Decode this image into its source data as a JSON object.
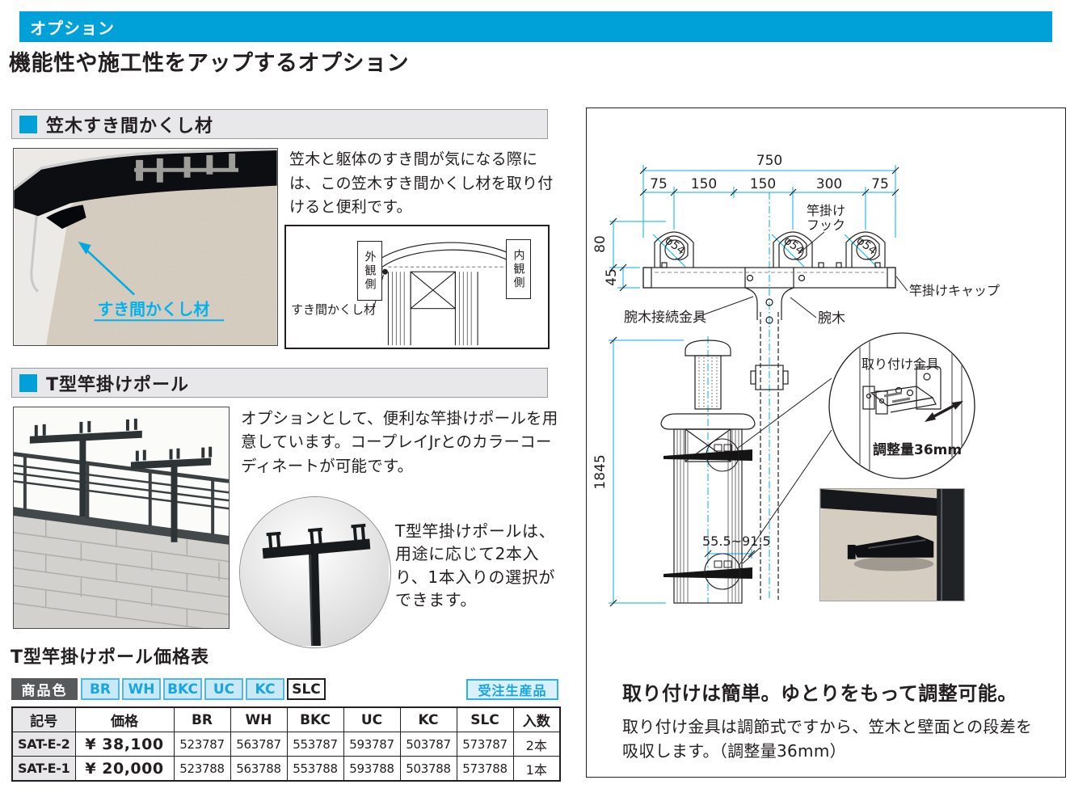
{
  "banner": {
    "label": "オプション"
  },
  "page_heading": "機能性や施工性をアップするオプション",
  "section1": {
    "title": "笠木すき間かくし材",
    "description": "笠木と躯体のすき間が気になる際には、この笠木すき間かくし材を取り付けると便利です。",
    "photo_callout": "すき間かくし材",
    "diagram": {
      "outside": "外観側",
      "inside": "内観側",
      "part": "すき間かくし材"
    }
  },
  "section2": {
    "title": "T型竿掛けポール",
    "description": "オプションとして、便利な竿掛けポールを用意しています。コープレイJrとのカラーコーディネートが可能です。",
    "note": "T型竿掛けポールは、用途に応じて2本入り、1本入りの選択ができます。"
  },
  "pricing": {
    "heading": "T型竿掛けポール価格表",
    "color_label": "商品色",
    "colors": [
      "BR",
      "WH",
      "BKC",
      "UC",
      "KC",
      "SLC"
    ],
    "order_badge": "受注生産品",
    "table": {
      "headers": [
        "記号",
        "価格",
        "BR",
        "WH",
        "BKC",
        "UC",
        "KC",
        "SLC",
        "入数"
      ],
      "rows": [
        [
          "SAT-E-2",
          "¥ 38,100",
          "523787",
          "563787",
          "553787",
          "593787",
          "503787",
          "573787",
          "2本"
        ],
        [
          "SAT-E-1",
          "¥ 20,000",
          "523788",
          "563788",
          "553788",
          "593788",
          "503788",
          "573788",
          "1本"
        ]
      ]
    }
  },
  "panel": {
    "dims": {
      "total": "750",
      "seg1": "75",
      "seg2": "150",
      "seg3": "150",
      "seg4": "300",
      "seg5": "75",
      "hook_height": "80",
      "cap_height": "45",
      "pole_height": "1845",
      "adjust_range": "55.5~91.5",
      "hook_dia": "φ54"
    },
    "labels": {
      "hook_line1": "竿掛け",
      "hook_line2": "フック",
      "cap": "竿掛けキャップ",
      "arm_joint": "腕木接続金具",
      "arm": "腕木",
      "mount": "取り付け金具",
      "adjust": "調整量36mm"
    },
    "footer": {
      "heading": "取り付けは簡単。ゆとりをもって調整可能。",
      "body": "取り付け金具は調節式ですから、笠木と壁面との段差を吸収します。（調整量36mm）"
    }
  },
  "colors": {
    "accent_blue": "#00a0d9",
    "cyan_line": "#00b2e8",
    "chip_bg": "#c9e9f9",
    "chip_border": "#4cb9e8",
    "chip_text": "#18a5e0"
  }
}
